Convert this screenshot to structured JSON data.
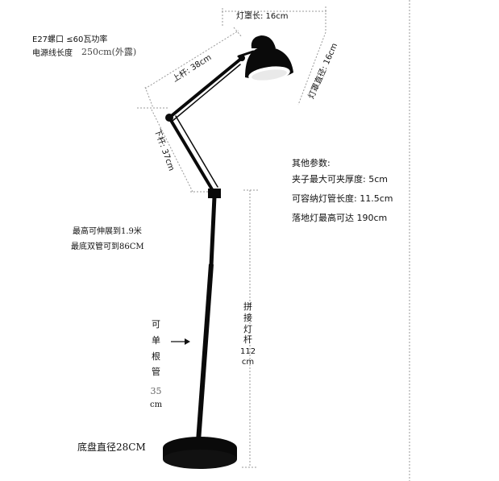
{
  "specs_top": {
    "line1": "E27螺口 ≤60瓦功率",
    "line2": "电源线长度",
    "cord_length": "250cm",
    "cord_note": "(外露)"
  },
  "dimensions": {
    "shade_length": "灯罩长: 16cm",
    "shade_diameter": "灯罩直径: 16cm",
    "upper_arm": "上杆: 38cm",
    "lower_arm": "下杆: 37cm"
  },
  "other_params": {
    "title": "其他参数:",
    "clip_label": "夹子最大可夹厚度:",
    "clip_value": "5cm",
    "tube_label": "可容纳灯管长度:",
    "tube_value": "11.5cm",
    "height_label": "落地灯最高可达",
    "height_value": "190cm"
  },
  "extension": {
    "line1": "最高可伸展到1.9米",
    "line2": "最底双管可到86CM"
  },
  "single_tube": {
    "chars": [
      "可",
      "单",
      "根",
      "管"
    ],
    "value": "35",
    "unit": "cm"
  },
  "pole": {
    "chars": [
      "拼",
      "接",
      "灯",
      "杆"
    ],
    "value": "112",
    "unit": "cm"
  },
  "base": {
    "label": "底盘直径28CM"
  },
  "colors": {
    "lamp": "#0a0a0a",
    "guide": "#9a9a9a",
    "text": "#111111"
  }
}
